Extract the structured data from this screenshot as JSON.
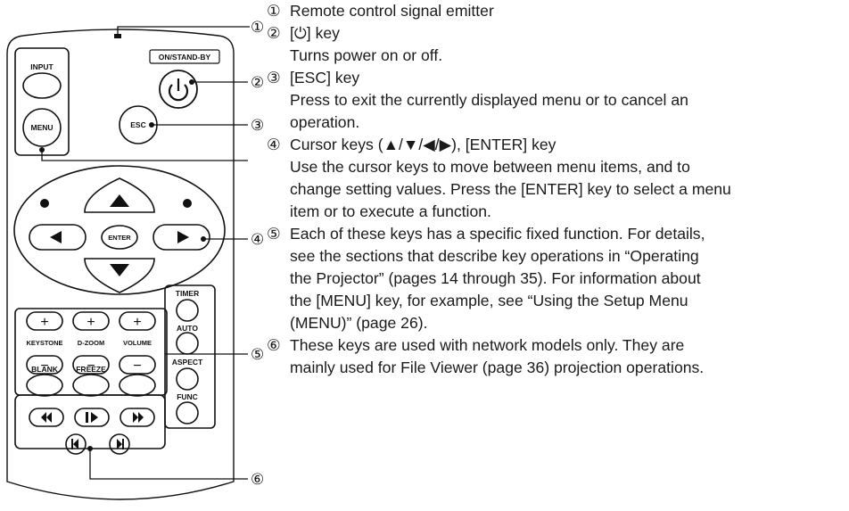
{
  "remote": {
    "labels": {
      "input": "INPUT",
      "menu": "MENU",
      "on_standby": "ON/STAND-BY",
      "esc": "ESC",
      "enter": "ENTER",
      "timer": "TIMER",
      "keystone": "KEYSTONE",
      "dzoom": "D-ZOOM",
      "volume": "VOLUME",
      "auto": "AUTO",
      "blank": "BLANK",
      "freeze": "FREEZE",
      "aspect": "ASPECT",
      "func": "FUNC",
      "plus": "+",
      "minus": "−"
    },
    "callouts": [
      "①",
      "②",
      "③",
      "④",
      "⑤",
      "⑥"
    ]
  },
  "items": [
    {
      "num": "①",
      "lines": [
        "Remote control signal emitter"
      ]
    },
    {
      "num": "②",
      "lines": [
        "[⏻] key",
        "Turns power on or off."
      ]
    },
    {
      "num": "③",
      "lines": [
        "[ESC] key",
        "Press to exit the currently displayed menu or to cancel an",
        "operation."
      ]
    },
    {
      "num": "④",
      "lines": [
        "Cursor keys (▲/▼/◀/▶), [ENTER] key",
        "Use the cursor keys to move between menu items, and to",
        "change setting values. Press the [ENTER] key to select a menu",
        "item or to execute a function."
      ]
    },
    {
      "num": "⑤",
      "lines": [
        "Each of these keys has a specific fixed function. For details,",
        "see the sections that describe key operations in “Operating",
        "the Projector” (pages 14 through 35). For information about",
        "the [MENU] key, for example, see “Using the Setup Menu",
        "(MENU)” (page 26)."
      ]
    },
    {
      "num": "⑥",
      "lines": [
        "These keys are used with network models only. They are",
        "mainly used for File Viewer (page 36) projection operations."
      ]
    }
  ]
}
